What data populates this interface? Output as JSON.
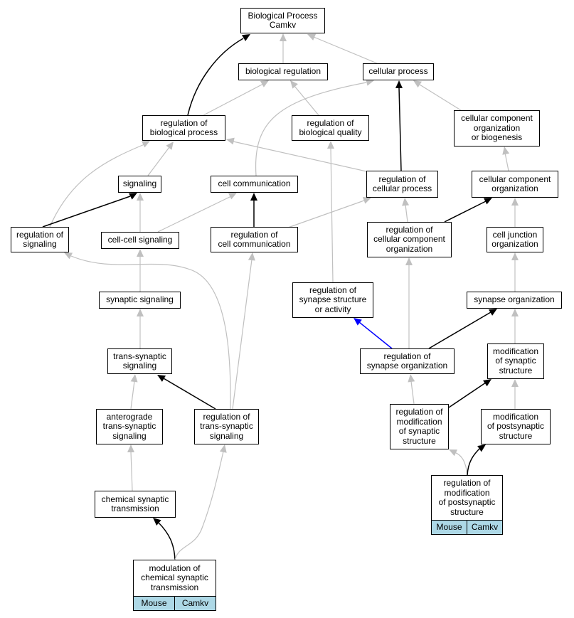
{
  "colors": {
    "gray_edge": "#c0c0c0",
    "black_edge": "#000000",
    "blue_edge": "#0000ff",
    "tag_fill": "#add8e6"
  },
  "nodes": {
    "bp": "Biological Process\nCamkv",
    "biological_regulation": "biological regulation",
    "cellular_process": "cellular process",
    "reg_biological_process": "regulation of\nbiological process",
    "reg_biological_quality": "regulation of\nbiological quality",
    "cell_comp_org_biogenesis": "cellular component\norganization\nor biogenesis",
    "signaling": "signaling",
    "cell_communication": "cell communication",
    "reg_cellular_process": "regulation of\ncellular process",
    "cell_comp_org": "cellular component\norganization",
    "reg_signaling": "regulation of\nsignaling",
    "cell_cell_signaling": "cell-cell signaling",
    "reg_cell_communication": "regulation of\ncell communication",
    "reg_cell_comp_org": "regulation of\ncellular component\norganization",
    "cell_junction_org": "cell junction\norganization",
    "synaptic_signaling": "synaptic signaling",
    "reg_synapse_structure": "regulation of\nsynapse structure\nor activity",
    "synapse_org": "synapse organization",
    "trans_synaptic_signaling": "trans-synaptic\nsignaling",
    "reg_synapse_org": "regulation of\nsynapse organization",
    "mod_synaptic_structure": "modification\nof synaptic\nstructure",
    "anterograde": "anterograde\ntrans-synaptic\nsignaling",
    "reg_trans_synaptic": "regulation of\ntrans-synaptic\nsignaling",
    "reg_mod_synaptic": "regulation of\nmodification\nof synaptic\nstructure",
    "mod_postsynaptic": "modification\nof postsynaptic\nstructure",
    "chem_syn_trans": "chemical synaptic\ntransmission",
    "reg_mod_postsynaptic": "regulation of\nmodification\nof postsynaptic\nstructure",
    "modulation_chem": "modulation of\nchemical synaptic\ntransmission"
  },
  "tags": {
    "reg_mod_postsynaptic": [
      "Mouse",
      "Camkv"
    ],
    "modulation_chem": [
      "Mouse",
      "Camkv"
    ]
  }
}
